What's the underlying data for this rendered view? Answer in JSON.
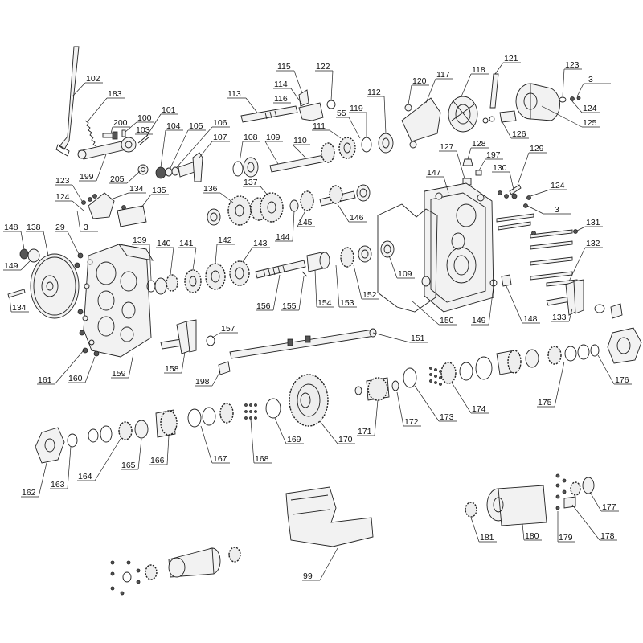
{
  "figure": {
    "type": "exploded-parts-diagram",
    "background": "#ffffff",
    "line_color": "#222222",
    "part_numbers": [
      "102",
      "183",
      "200",
      "100",
      "103",
      "101",
      "199",
      "205",
      "104",
      "105",
      "106",
      "107",
      "113",
      "115",
      "114",
      "116",
      "122",
      "55",
      "119",
      "111",
      "112",
      "120",
      "117",
      "118",
      "121",
      "123",
      "3",
      "124",
      "126",
      "125",
      "108",
      "109",
      "110",
      "127",
      "128",
      "197",
      "129",
      "130",
      "124",
      "3",
      "147",
      "123",
      "124",
      "134",
      "135",
      "3",
      "136",
      "137",
      "145",
      "146",
      "144",
      "148",
      "138",
      "29",
      "149",
      "134",
      "139",
      "140",
      "141",
      "142",
      "143",
      "156",
      "155",
      "154",
      "153",
      "152",
      "109",
      "150",
      "149",
      "148",
      "131",
      "132",
      "133",
      "161",
      "160",
      "159",
      "158",
      "157",
      "198",
      "151",
      "176",
      "175",
      "174",
      "173",
      "172",
      "171",
      "170",
      "169",
      "168",
      "167",
      "166",
      "165",
      "164",
      "163",
      "162",
      "177",
      "178",
      "179",
      "180",
      "181",
      "99"
    ]
  }
}
